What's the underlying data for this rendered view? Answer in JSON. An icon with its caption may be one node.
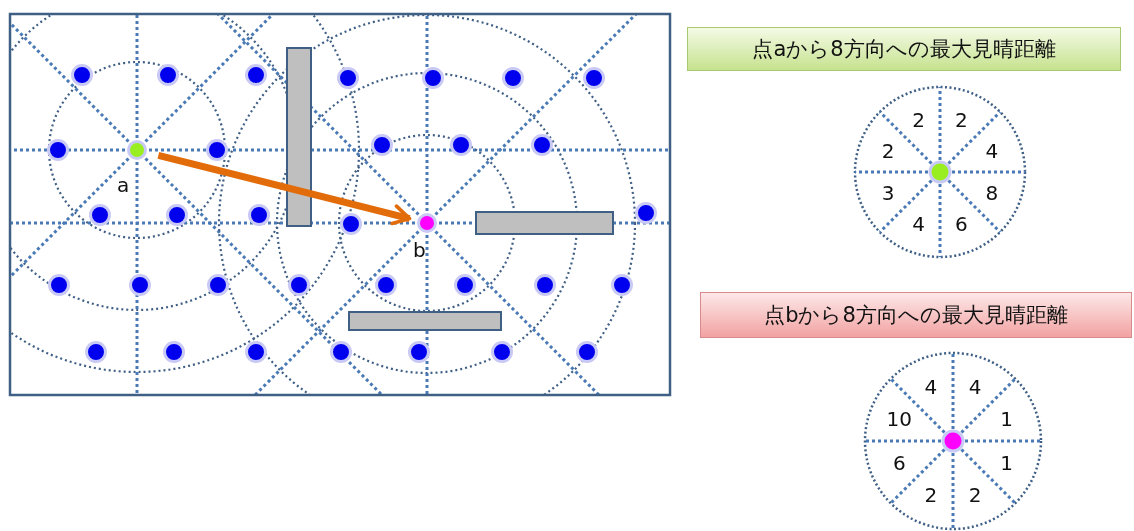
{
  "diagram": {
    "nodes": [
      {
        "text": [],
        "shape": "circle",
        "beside": [
          "a"
        ]
      },
      {
        "text": [],
        "shape": "circle",
        "beside": [
          "b"
        ]
      },
      {
        "text": [
          "点aから8方向への最大見晴距離"
        ]
      },
      {
        "text": [
          "点bから8方向への最大見晴距離"
        ]
      }
    ],
    "edges": [
      {
        "from": 0,
        "to": 1,
        "arrow": "to"
      }
    ],
    "labels": [
      "2",
      "2",
      "2",
      "4",
      "3",
      "8",
      "4",
      "6",
      "4",
      "4",
      "10",
      "1",
      "6",
      "1",
      "2",
      "2"
    ]
  }
}
